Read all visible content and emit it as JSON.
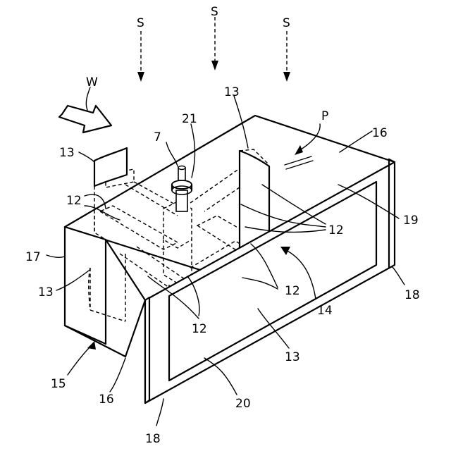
{
  "labels": {
    "s_left": "S",
    "s_center": "S",
    "s_right": "S",
    "w": "W",
    "p": "P",
    "n7": "7",
    "n21": "21",
    "n13_top": "13",
    "n13_left": "13",
    "n13_side": "13",
    "n13_bottom": "13",
    "n16_top": "16",
    "n16_bottom": "16",
    "n12_upper_left": "12",
    "n12_right_upper": "12",
    "n12_right_lower": "12",
    "n12_bottom": "12",
    "n19": "19",
    "n17": "17",
    "n14": "14",
    "n18_right": "18",
    "n18_bottom": "18",
    "n15": "15",
    "n20": "20"
  }
}
